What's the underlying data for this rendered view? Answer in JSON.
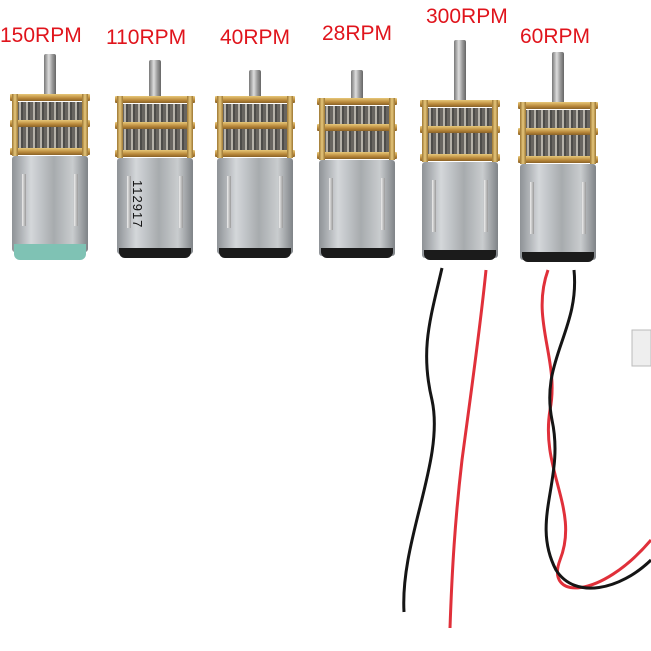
{
  "motors": [
    {
      "label": "150RPM"
    },
    {
      "label": "110RPM",
      "printed_code": "112917"
    },
    {
      "label": "40RPM"
    },
    {
      "label": "28RPM"
    },
    {
      "label": "300RPM"
    },
    {
      "label": "60RPM"
    }
  ],
  "colors": {
    "label": "#e0141c",
    "wire_red": "#e0303a",
    "wire_black": "#151515"
  }
}
